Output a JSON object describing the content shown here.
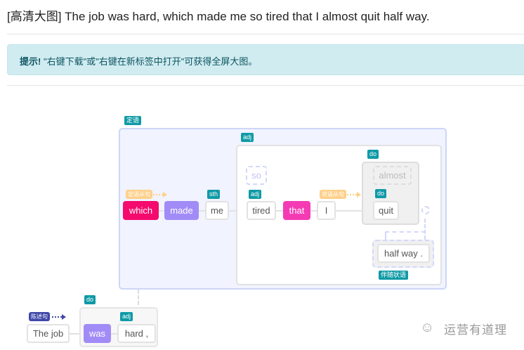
{
  "header": {
    "title": "[高清大图] The job was hard, which made me so tired that I almost quit half way."
  },
  "alert": {
    "strong": "提示!",
    "text": " \"右键下载\"或\"右键在新标签中打开\"可获得全屏大图。"
  },
  "diagram": {
    "labels": {
      "attributive": "定语",
      "adj_outer": "adj",
      "sth": "sth",
      "adj_tired": "adj",
      "do_outer": "do",
      "do_quit": "do",
      "attr_clause": "定语从句",
      "adv_clause": "状语从句",
      "accompany": "伴随状语",
      "declarative": "陈述句",
      "do_main": "do",
      "adj_hard": "adj"
    },
    "words": {
      "which": "which",
      "made": "made",
      "me": "me",
      "so": "so",
      "tired": "tired",
      "that": "that",
      "I": "I",
      "almost": "almost",
      "quit": "quit",
      "half_way": "half way .",
      "the_job": "The job",
      "was": "was",
      "hard": "hard ,"
    },
    "colors": {
      "tag": "#0f9aa6",
      "which": "#f50a6e",
      "verb": "#a18cf7",
      "that": "#f53bb4",
      "clause_tag": "#ffd08a",
      "declarative_tag": "#3f48a8"
    }
  },
  "watermark": {
    "text": "运营有道理"
  }
}
